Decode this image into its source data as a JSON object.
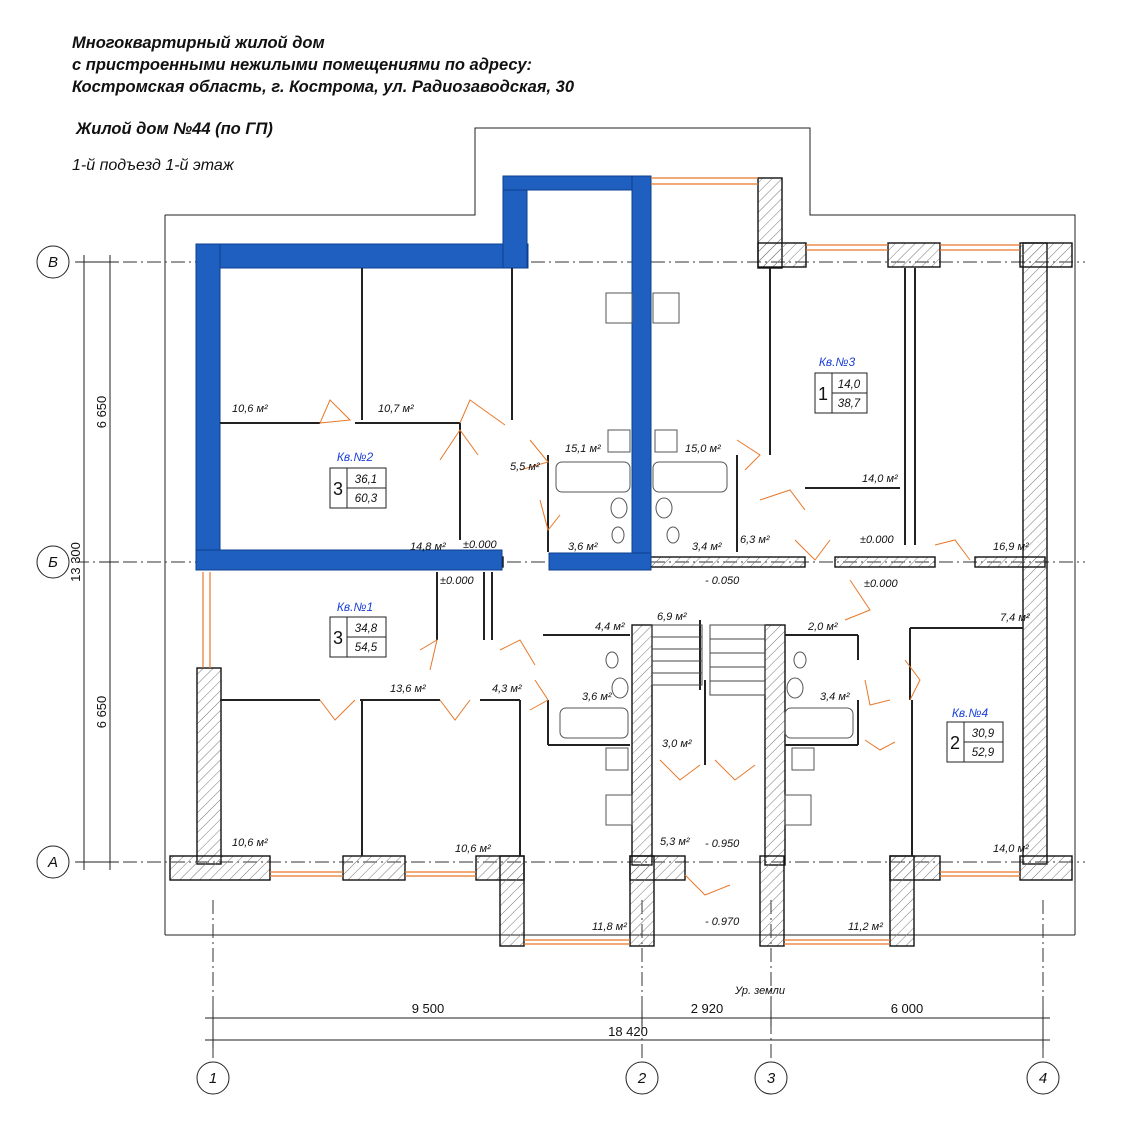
{
  "header": {
    "line1": "Многоквартирный жилой дом",
    "line2": "с пристроенными нежилыми помещениями по адресу:",
    "line3": "Костромская область, г. Кострома, ул. Радиозаводская, 30",
    "house": "Жилой дом №44 (по ГП)",
    "floor": "1-й подъезд 1-й этаж"
  },
  "axes": {
    "v1": "1",
    "v2": "2",
    "v3": "3",
    "v4": "4",
    "hA": "А",
    "hB": "Б",
    "hV": "В"
  },
  "dimensions": {
    "d1": "9 500",
    "d2": "2 920",
    "d3": "6 000",
    "total": "18 420",
    "left_upper": "6 650",
    "left_lower": "6 650",
    "left_total": "13 300"
  },
  "apartments": {
    "a1": {
      "label": "Кв.№1",
      "rooms": "3",
      "living": "34,8",
      "total": "54,5"
    },
    "a2": {
      "label": "Кв.№2",
      "rooms": "3",
      "living": "36,1",
      "total": "60,3"
    },
    "a3": {
      "label": "Кв.№3",
      "rooms": "1",
      "living": "14,0",
      "total": "38,7"
    },
    "a4": {
      "label": "Кв.№4",
      "rooms": "2",
      "living": "30,9",
      "total": "52,9"
    }
  },
  "areas": {
    "r01": "10,6 м²",
    "r02": "10,7 м²",
    "r03": "5,5 м²",
    "r04": "15,1 м²",
    "r05": "15,0 м²",
    "r06": "14,0 м²",
    "r07": "14,8 м²",
    "r08": "3,6 м²",
    "r09": "3,4 м²",
    "r10": "6,3 м²",
    "r11": "16,9 м²",
    "r12": "4,4 м²",
    "r13": "6,9 м²",
    "r14": "2,0 м²",
    "r15": "7,4 м²",
    "r16": "13,6 м²",
    "r17": "4,3 м²",
    "r18": "3,6 м²",
    "r19": "3,4 м²",
    "r20": "3,0 м²",
    "r21": "10,6 м²",
    "r22": "10,6 м²",
    "r23": "5,3 м²",
    "r24": "14,0 м²",
    "r25": "11,8 м²",
    "r26": "11,2 м²"
  },
  "levels": {
    "l1": "±0.000",
    "l2": "±0.000",
    "l3": "±0.000",
    "l4": "±0.000",
    "l5": "- 0.050",
    "l6": "- 0.950",
    "l7": "- 0.970",
    "ground": "Ур. земли"
  },
  "colors": {
    "highlight": "#1f5fbf",
    "door": "#e8782a",
    "apt_label": "#1a3fd8"
  }
}
